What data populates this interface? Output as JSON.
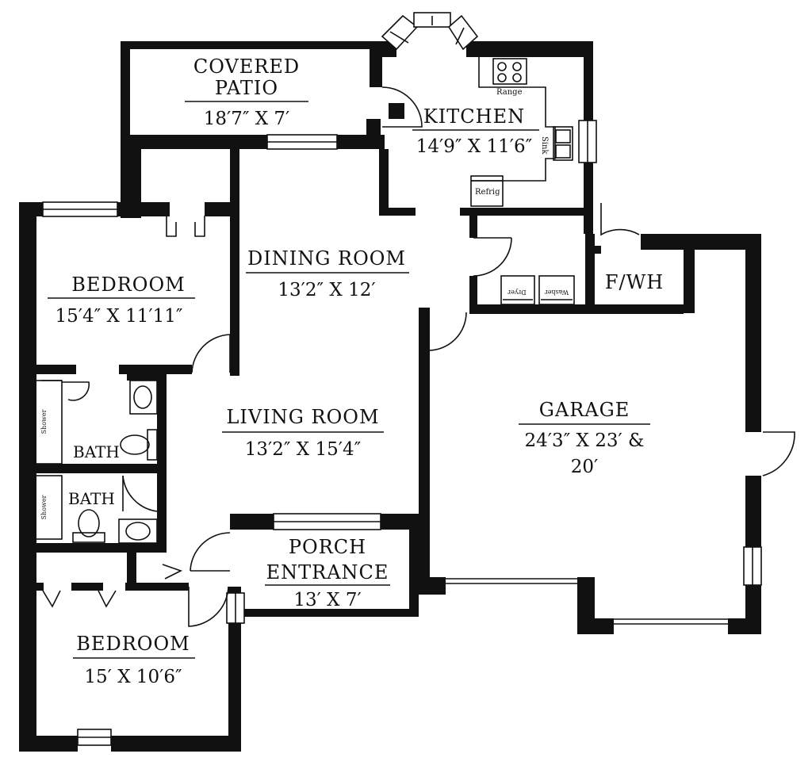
{
  "rooms": {
    "covered_patio": {
      "name_line1": "COVERED",
      "name_line2": "PATIO",
      "dim": "18′7″ X 7′"
    },
    "kitchen": {
      "name": "KITCHEN",
      "dim": "14′9″ X 11′6″"
    },
    "dining_room": {
      "name": "DINING ROOM",
      "dim": "13′2″ X 12′"
    },
    "bedroom_1": {
      "name": "BEDROOM",
      "dim": "15′4″ X 11′11″"
    },
    "living_room": {
      "name": "LIVING ROOM",
      "dim": "13′2″ X 15′4″"
    },
    "garage": {
      "name": "GARAGE",
      "dim_line1": "24′3″ X 23′ &",
      "dim_line2": "20′"
    },
    "fwh": {
      "name": "F/WH"
    },
    "bath_1": {
      "name": "BATH"
    },
    "bath_2": {
      "name": "BATH"
    },
    "porch_entrance": {
      "name_line1": "PORCH",
      "name_line2": "ENTRANCE",
      "dim": "13′ X 7′"
    },
    "bedroom_2": {
      "name": "BEDROOM",
      "dim": "15′ X 10′6″"
    }
  },
  "fixtures": {
    "range": "Range",
    "sink": "Sink",
    "refrig": "Refrig",
    "dryer": "Dryer",
    "washer": "Washer",
    "shower_1": "Shower",
    "shower_2": "Shower"
  }
}
